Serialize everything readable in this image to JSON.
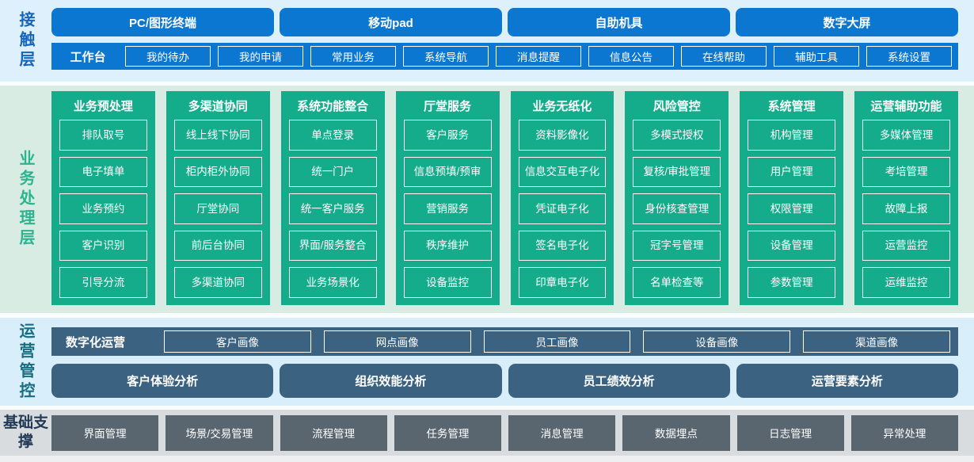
{
  "layers": {
    "contact": {
      "label": "接触层",
      "channels": [
        "PC/图形终端",
        "移动pad",
        "自助机具",
        "数字大屏"
      ],
      "workbench": {
        "label": "工作台",
        "items": [
          "我的待办",
          "我的申请",
          "常用业务",
          "系统导航",
          "消息提醒",
          "信息公告",
          "在线帮助",
          "辅助工具",
          "系统设置"
        ]
      }
    },
    "business": {
      "label": "业务处理层",
      "columns": [
        {
          "title": "业务预处理",
          "items": [
            "排队取号",
            "电子填单",
            "业务预约",
            "客户识别",
            "引导分流"
          ]
        },
        {
          "title": "多渠道协同",
          "items": [
            "线上线下协同",
            "柜内柜外协同",
            "厅堂协同",
            "前后台协同",
            "多渠道协同"
          ]
        },
        {
          "title": "系统功能整合",
          "items": [
            "单点登录",
            "统一门户",
            "统一客户服务",
            "界面/服务整合",
            "业务场景化"
          ]
        },
        {
          "title": "厅堂服务",
          "items": [
            "客户服务",
            "信息预填/预审",
            "营销服务",
            "秩序维护",
            "设备监控"
          ]
        },
        {
          "title": "业务无纸化",
          "items": [
            "资料影像化",
            "信息交互电子化",
            "凭证电子化",
            "签名电子化",
            "印章电子化"
          ]
        },
        {
          "title": "风险管控",
          "items": [
            "多模式授权",
            "复核/审批管理",
            "身份核查管理",
            "冠字号管理",
            "名单检查等"
          ]
        },
        {
          "title": "系统管理",
          "items": [
            "机构管理",
            "用户管理",
            "权限管理",
            "设备管理",
            "参数管理"
          ]
        },
        {
          "title": "运营辅助功能",
          "items": [
            "多媒体管理",
            "考培管理",
            "故障上报",
            "运营监控",
            "运维监控"
          ]
        }
      ]
    },
    "operations": {
      "label": "运营管控",
      "digital_ops": {
        "label": "数字化运营",
        "items": [
          "客户画像",
          "网点画像",
          "员工画像",
          "设备画像",
          "渠道画像"
        ]
      },
      "analysis": [
        "客户体验分析",
        "组织效能分析",
        "员工绩效分析",
        "运营要素分析"
      ]
    },
    "foundation": {
      "label": "基础支撑",
      "items": [
        "界面管理",
        "场景/交易管理",
        "流程管理",
        "任务管理",
        "消息管理",
        "数据埋点",
        "日志管理",
        "异常处理"
      ]
    }
  },
  "colors": {
    "primary_blue": "#0b77d0",
    "teal_green": "#15ac8c",
    "slate_blue": "#3b6280",
    "dark_gray": "#5a666f",
    "band_contact_bg": "#def0fb",
    "band_business_bg": "#d9ece4",
    "band_operations_bg": "#d8effb",
    "band_foundation_bg": "#d9dcdf",
    "label_contact": "#1565bd",
    "label_business": "#2cb48e",
    "label_operations": "#186e80",
    "label_foundation": "#203a55"
  }
}
